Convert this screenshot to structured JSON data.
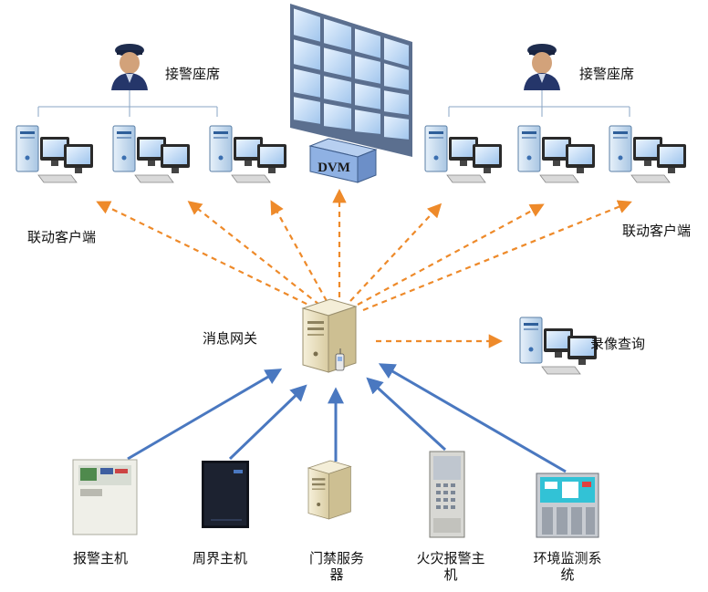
{
  "labels": {
    "operator_left": "接警座席",
    "operator_right": "接警座席",
    "client_left": "联动客户端",
    "client_right": "联动客户端",
    "gateway": "消息网关",
    "playback": "录像查询",
    "dvm": "DVM",
    "alarm_host": "报警主机",
    "perimeter_host": "周界主机",
    "access_server_l1": "门禁服务",
    "access_server_l2": "器",
    "fire_host_l1": "火灾报警主",
    "fire_host_l2": "机",
    "env_system_l1": "环境监测系",
    "env_system_l2": "统"
  },
  "colors": {
    "dashed_arrow": "#ee8a2a",
    "solid_arrow": "#4a78c0",
    "tower": "#c9dced",
    "screen_blue": "#bcd8f5",
    "server_beige": "#ece2c2"
  },
  "icons": {
    "operator": "police-officer-icon",
    "workstation": "computer-workstation-icon",
    "video_wall": "video-wall-icon",
    "dvm": "dvm-device-icon",
    "server": "server-tower-icon"
  }
}
